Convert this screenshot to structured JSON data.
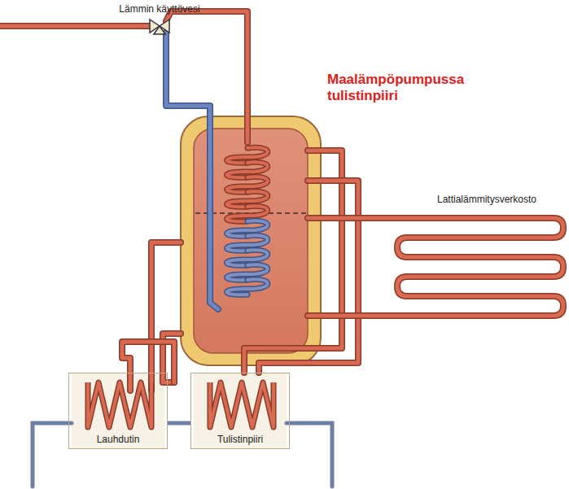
{
  "diagram": {
    "title": "Maalämpöpumpussa tulistinpiiri",
    "nodes": [
      {
        "text": [
          "Lauhdutin"
        ]
      },
      {
        "text": [
          "Tulistinpiiri"
        ]
      }
    ],
    "edges": [
      {
        "from": 0,
        "to": 1,
        "arrow": "none"
      }
    ],
    "labels": [
      "Lämmin käyttövesi",
      "Lattialämmitysverkosto"
    ]
  }
}
